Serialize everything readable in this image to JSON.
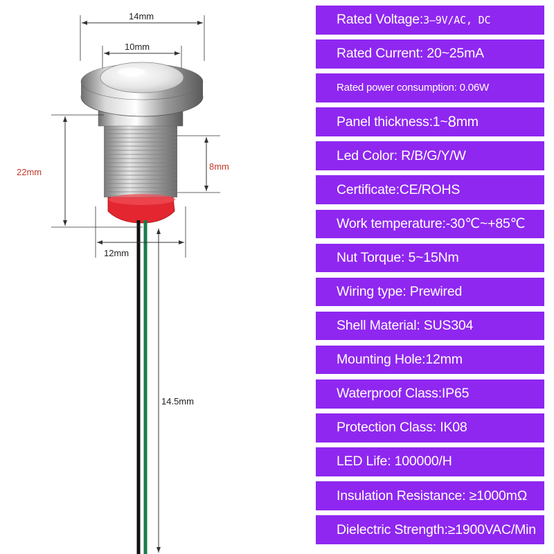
{
  "dimensions": {
    "head_width": "14mm",
    "lens_width": "10mm",
    "body_length": "22mm",
    "thread_length": "8mm",
    "mount_diameter": "12mm",
    "wire_length": "14.5mm"
  },
  "specs": [
    {
      "label": "Rated Voltage:",
      "value": "3–9V/AC, DC",
      "style": "mono"
    },
    {
      "label": "Rated Current: 20~25mA",
      "value": "",
      "style": "normal"
    },
    {
      "label": "Rated power consumption: 0.06W",
      "value": "",
      "style": "small"
    },
    {
      "label": "Panel thickness:1~ ",
      "value": "8",
      "suffix": "mm",
      "style": "big"
    },
    {
      "label": "Led Color: R/B/G/Y/W",
      "value": "",
      "style": "normal"
    },
    {
      "label": "Certificate:CE/ROHS",
      "value": "",
      "style": "normal"
    },
    {
      "label": "Work temperature:-30℃~+85℃",
      "value": "",
      "style": "normal"
    },
    {
      "label": "Nut Torque: 5~15Nm",
      "value": "",
      "style": "normal"
    },
    {
      "label": "Wiring type: Prewired",
      "value": "",
      "style": "normal"
    },
    {
      "label": "Shell Material: SUS304",
      "value": "",
      "style": "normal"
    },
    {
      "label": "Mounting Hole:12mm",
      "value": "",
      "style": "normal"
    },
    {
      "label": "Waterproof Class:IP65",
      "value": "",
      "style": "normal"
    },
    {
      "label": "Protection Class: IK08",
      "value": "",
      "style": "normal"
    },
    {
      "label": "LED Life: 100000/H",
      "value": "",
      "style": "normal"
    },
    {
      "label": "Insulation Resistance: ≥1000mΩ",
      "value": "",
      "style": "normal"
    },
    {
      "label": "Dielectric Strength:≥1900VAC/Min",
      "value": "",
      "style": "normal"
    }
  ],
  "colors": {
    "panel_bg": "#8f27f0",
    "panel_text": "#ffffff",
    "gasket": "#e3262f",
    "wire_black": "#111111",
    "wire_green": "#1a7a4a"
  }
}
